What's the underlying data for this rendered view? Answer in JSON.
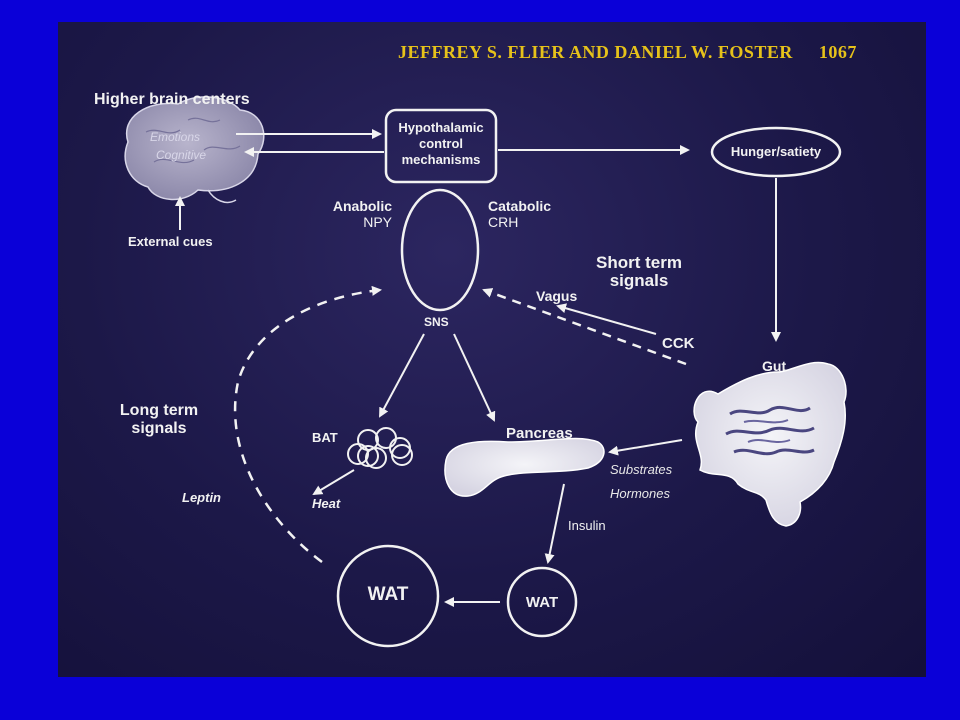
{
  "header": {
    "authors": "JEFFREY S. FLIER AND DANIEL W. FOSTER",
    "page_number": "1067"
  },
  "nodes": {
    "higher_brain_centers": "Higher brain centers",
    "brain_emotions": "Emotions",
    "brain_cognitive": "Cognitive",
    "external_cues": "External cues",
    "hypothalamic_line1": "Hypothalamic",
    "hypothalamic_line2": "control",
    "hypothalamic_line3": "mechanisms",
    "hunger_satiety": "Hunger/satiety",
    "anabolic": "Anabolic",
    "npy": "NPY",
    "catabolic": "Catabolic",
    "crh": "CRH",
    "sns": "SNS",
    "short_term_line1": "Short term",
    "short_term_line2": "signals",
    "vagus": "Vagus",
    "cck": "CCK",
    "gut": "Gut",
    "long_term_line1": "Long term",
    "long_term_line2": "signals",
    "bat": "BAT",
    "pancreas": "Pancreas",
    "heat": "Heat",
    "leptin": "Leptin",
    "substrates": "Substrates",
    "hormones": "Hormones",
    "insulin": "Insulin",
    "wat_large": "WAT",
    "wat_small": "WAT"
  },
  "colors": {
    "border": "#0a00d8",
    "background": "#1c1848",
    "foreground": "#f2f2f2",
    "header": "#e6c21a"
  }
}
